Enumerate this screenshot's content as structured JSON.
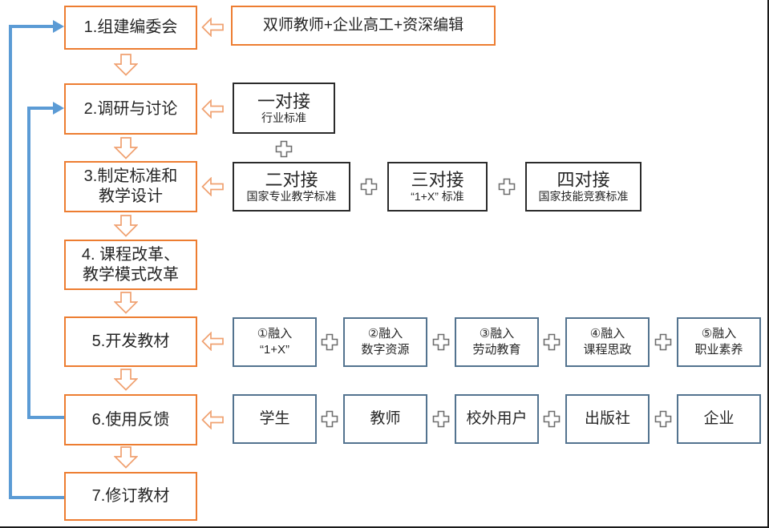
{
  "colors": {
    "step_border": "#ED7D31",
    "arrow_outline": "#F0A170",
    "feedback_line": "#5B9BD5",
    "dark_border": "#2b2b2b",
    "slate_border": "#53738f",
    "plus_outline": "#777777"
  },
  "main_flow": {
    "steps": [
      {
        "label": "1.组建编委会"
      },
      {
        "label": "2.调研与讨论"
      },
      {
        "line1": "3.制定标准和",
        "line2": "教学设计"
      },
      {
        "line1": "4. 课程改革、",
        "line2": "教学模式改革"
      },
      {
        "label": "5.开发教材"
      },
      {
        "label": "6.使用反馈"
      },
      {
        "label": "7.修订教材"
      }
    ]
  },
  "inputs": {
    "committee": {
      "label": "双师教师+企业高工+资深编辑"
    },
    "alignment_first": {
      "title": "一对接",
      "subtitle": "行业标准"
    },
    "alignments": [
      {
        "title": "二对接",
        "subtitle": "国家专业教学标准"
      },
      {
        "title": "三对接",
        "subtitle": "“1+X” 标准"
      },
      {
        "title": "四对接",
        "subtitle": "国家技能竞赛标准"
      }
    ],
    "integrations": [
      {
        "title": "①融入",
        "subtitle": "“1+X”"
      },
      {
        "title": "②融入",
        "subtitle": "数字资源"
      },
      {
        "title": "③融入",
        "subtitle": "劳动教育"
      },
      {
        "title": "④融入",
        "subtitle": "课程思政"
      },
      {
        "title": "⑤融入",
        "subtitle": "职业素养"
      }
    ],
    "feedback_sources": [
      {
        "label": "学生"
      },
      {
        "label": "教师"
      },
      {
        "label": "校外用户"
      },
      {
        "label": "出版社"
      },
      {
        "label": "企业"
      }
    ]
  }
}
